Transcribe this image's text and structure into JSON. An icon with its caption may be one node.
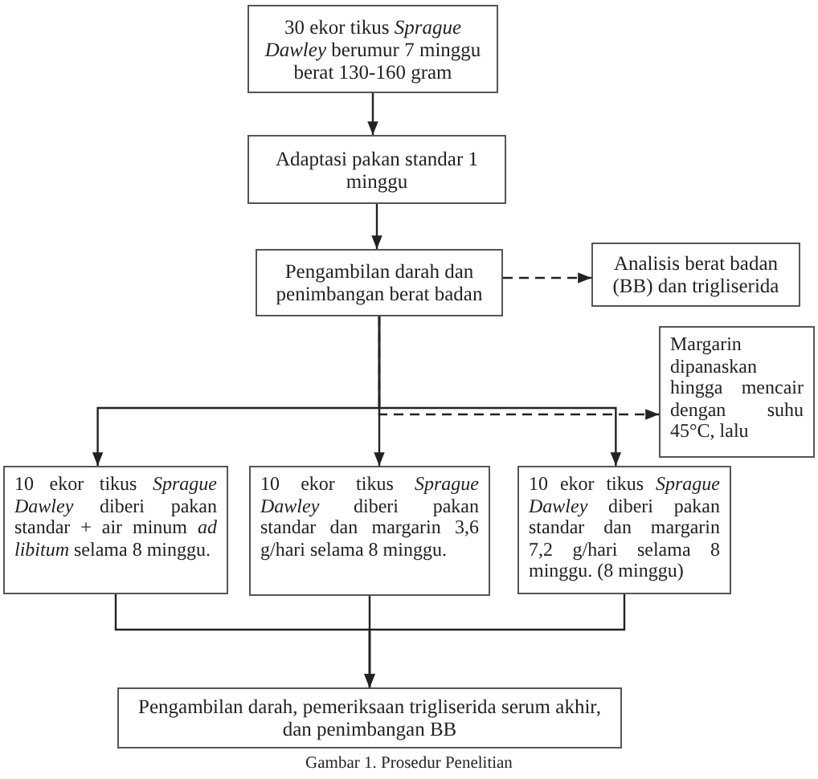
{
  "diagram": {
    "caption": "Gambar 1. Prosedur Penelitian",
    "nodes": [
      {
        "text": [
          "30 ekor tikus *Sprague Dawley* berumur 7 minggu berat 130-160 gram"
        ]
      },
      {
        "text": [
          "Adaptasi pakan standar 1 minggu"
        ]
      },
      {
        "text": [
          "Pengambilan darah dan penimbangan berat badan"
        ]
      },
      {
        "text": [
          "Analisis berat badan (BB) dan trigliserida"
        ]
      },
      {
        "text": [
          "Margarin dipanaskan hingga mencair dengan suhu 45°C, lalu"
        ]
      },
      {
        "text": [
          "10 ekor tikus *Sprague Dawley* diberi pakan standar + air minum *ad libitum* selama 8 minggu."
        ]
      },
      {
        "text": [
          "10 ekor tikus *Sprague Dawley* diberi pakan standar dan margarin 3,6 g/hari selama 8 minggu."
        ]
      },
      {
        "text": [
          "10 ekor tikus *Sprague Dawley* diberi pakan standar dan margarin 7,2 g/hari selama 8 minggu. (8 minggu)"
        ]
      },
      {
        "text": [
          "Pengambilan darah, pemeriksaan trigliserida serum akhir, dan penimbangan BB"
        ]
      }
    ],
    "edges": [
      {
        "from": 0,
        "to": 1,
        "arrow": "to"
      },
      {
        "from": 1,
        "to": 2,
        "arrow": "to"
      },
      {
        "from": 2,
        "to": 3,
        "arrow": "to",
        "style": "dashed"
      },
      {
        "from": 2,
        "to": 5,
        "arrow": "to"
      },
      {
        "from": 2,
        "to": 6,
        "arrow": "to"
      },
      {
        "from": 2,
        "to": 7,
        "arrow": "to"
      },
      {
        "from": 2,
        "to": 4,
        "arrow": "to",
        "style": "dashed"
      },
      {
        "from": 5,
        "to": 8,
        "arrow": "to"
      },
      {
        "from": 6,
        "to": 8,
        "arrow": "to"
      },
      {
        "from": 7,
        "to": 8,
        "arrow": "to"
      }
    ]
  }
}
